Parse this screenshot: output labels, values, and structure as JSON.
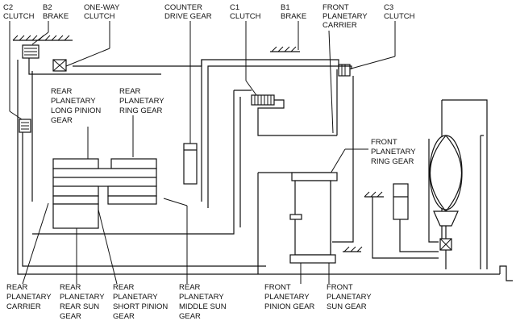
{
  "labels": {
    "c2_clutch": [
      "C2",
      "CLUTCH"
    ],
    "b2_brake": [
      "B2",
      "BRAKE"
    ],
    "one_way_clutch": [
      "ONE-WAY",
      "CLUTCH"
    ],
    "counter_drive_gear": [
      "COUNTER",
      "DRIVE GEAR"
    ],
    "c1_clutch": [
      "C1",
      "CLUTCH"
    ],
    "b1_brake": [
      "B1",
      "BRAKE"
    ],
    "front_planetary_carrier": [
      "FRONT",
      "PLANETARY",
      "CARRIER"
    ],
    "c3_clutch": [
      "C3",
      "CLUTCH"
    ],
    "rear_planetary_long_pinion_gear": [
      "REAR",
      "PLANETARY",
      "LONG PINION",
      "GEAR"
    ],
    "rear_planetary_ring_gear": [
      "REAR",
      "PLANETARY",
      "RING GEAR"
    ],
    "front_planetary_ring_gear": [
      "FRONT",
      "PLANETARY",
      "RING GEAR"
    ],
    "rear_planetary_carrier": [
      "REAR",
      "PLANETARY",
      "CARRIER"
    ],
    "rear_planetary_rear_sun_gear": [
      "REAR",
      "PLANETARY",
      "REAR SUN",
      "GEAR"
    ],
    "rear_planetary_short_pinion_gear": [
      "REAR",
      "PLANETARY",
      "SHORT PINION",
      "GEAR"
    ],
    "rear_planetary_middle_sun_gear": [
      "REAR",
      "PLANETARY",
      "MIDDLE SUN",
      "GEAR"
    ],
    "front_planetary_pinion_gear": [
      "FRONT",
      "PLANETARY",
      "PINION GEAR"
    ],
    "front_planetary_sun_gear": [
      "FRONT",
      "PLANETARY",
      "SUN GEAR"
    ]
  }
}
